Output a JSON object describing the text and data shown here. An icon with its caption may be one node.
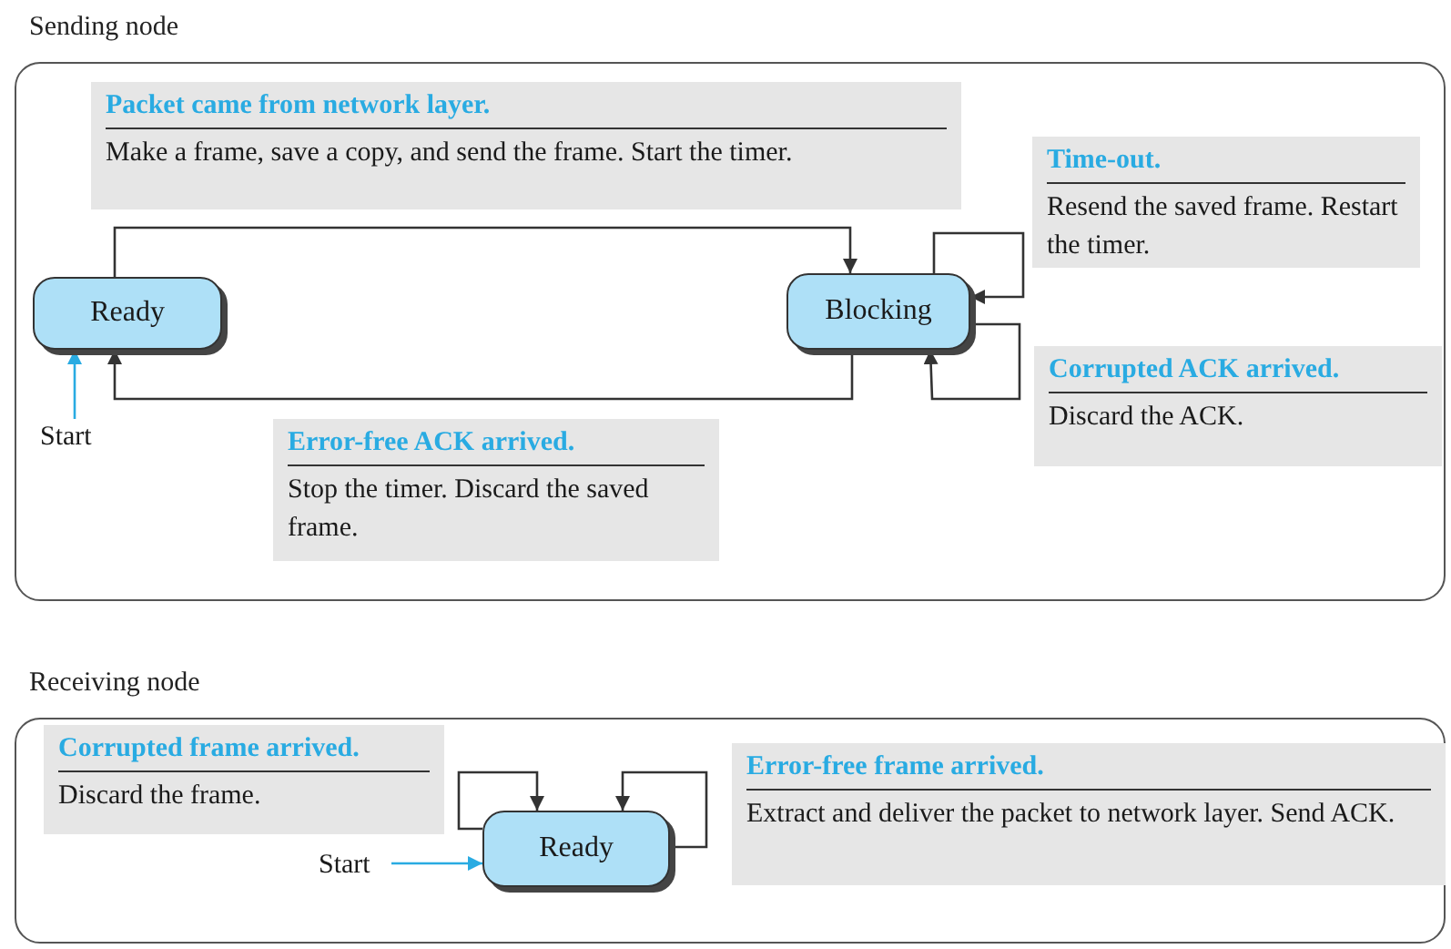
{
  "diagram": {
    "nodes": [
      {
        "text": [
          "Sending node"
        ]
      },
      {
        "text": [
          "Packet came from network layer.",
          "Make a frame, save a copy, and send the frame. Start the timer."
        ],
        "in": 0
      },
      {
        "text": [
          "Ready"
        ],
        "in": 0
      },
      {
        "text": [
          "Blocking"
        ],
        "in": 0
      },
      {
        "text": [
          "Time-out.",
          "Resend the saved frame. Restart the timer."
        ],
        "in": 0
      },
      {
        "text": [
          "Corrupted ACK arrived.",
          "Discard the ACK."
        ],
        "in": 0
      },
      {
        "text": [
          "Error-free ACK arrived.",
          "Stop the timer. Discard the saved frame."
        ],
        "in": 0
      },
      {
        "text": [
          "Start"
        ],
        "in": 0
      },
      {
        "text": [
          "Receiving node"
        ]
      },
      {
        "text": [
          "Corrupted frame arrived.",
          "Discard the frame."
        ],
        "in": 8
      },
      {
        "text": [
          "Ready"
        ],
        "in": 8
      },
      {
        "text": [
          "Error-free frame arrived.",
          "Extract and deliver the packet to network layer. Send ACK."
        ],
        "in": 8
      },
      {
        "text": [
          "Start"
        ],
        "in": 8
      }
    ],
    "edges": [
      {
        "from": 2,
        "to": 3,
        "arrow": "to"
      },
      {
        "from": 3,
        "to": 2,
        "arrow": "to"
      },
      {
        "from": 3,
        "to": 3,
        "arrow": "to"
      },
      {
        "from": 3,
        "to": 3,
        "arrow": "to"
      },
      {
        "from": 7,
        "to": 2,
        "arrow": "to",
        "color": "#29abe2"
      },
      {
        "from": 10,
        "to": 10,
        "arrow": "to"
      },
      {
        "from": 10,
        "to": 10,
        "arrow": "to"
      },
      {
        "from": 12,
        "to": 10,
        "arrow": "to",
        "color": "#29abe2"
      }
    ]
  }
}
